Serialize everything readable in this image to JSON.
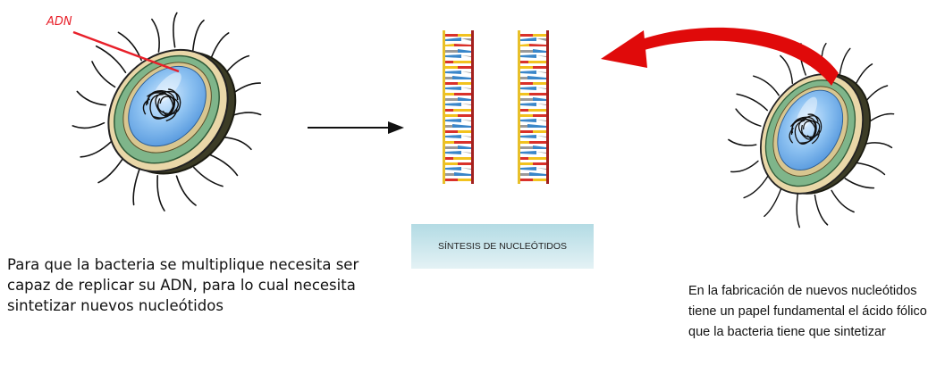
{
  "labels": {
    "adn": "ADN",
    "synthesis": "SÍNTESIS DE NUCLEÓTIDOS"
  },
  "captions": {
    "left": "Para que la bacteria se multiplique necesita ser capaz de replicar su ADN, para lo cual necesita sintetizar nuevos nucleótidos",
    "right": "En la fabricación de nuevos nucleótidos tiene un papel fundamental el ácido fólico que la bacteria tiene que sintetizar"
  },
  "colors": {
    "adn_label": "#e8202a",
    "curved_arrow": "#e00a0a",
    "membrane_green": "#7fb58a",
    "wall_tan": "#e9d7a8",
    "cytoplasm_blue": "#78b8f0"
  },
  "icons": [
    "bacterium-icon",
    "dna-strand-icon",
    "arrow-right-icon",
    "curved-arrow-icon"
  ]
}
